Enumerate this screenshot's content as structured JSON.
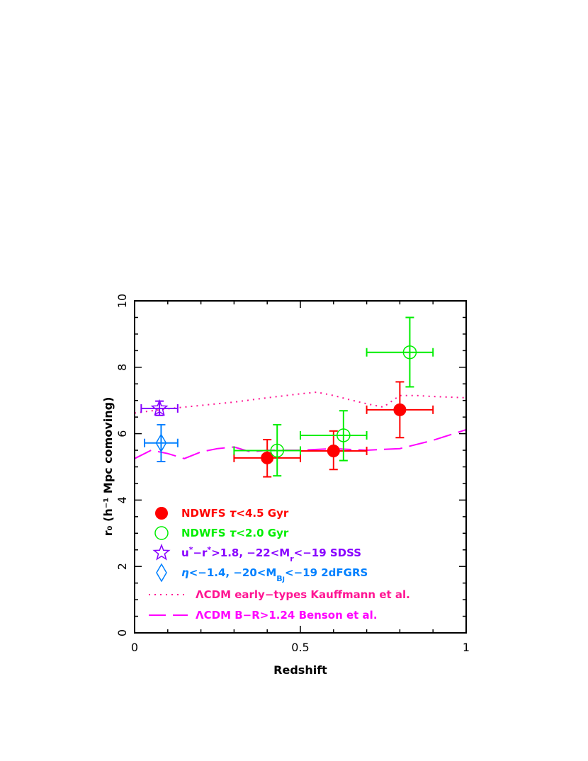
{
  "chart_data": {
    "type": "scatter",
    "xlabel": "Redshift",
    "ylabel": "r₀ (h⁻¹ Mpc comoving)",
    "xlim": [
      0,
      1
    ],
    "ylim": [
      0,
      10
    ],
    "x_ticks": [
      0,
      0.5,
      1
    ],
    "x_tick_labels": [
      "0",
      "0.5",
      "1"
    ],
    "y_ticks": [
      0,
      2,
      4,
      6,
      8,
      10
    ],
    "y_tick_labels": [
      "0",
      "2",
      "4",
      "6",
      "8",
      "10"
    ],
    "grid": false,
    "legend_position": "lower-left",
    "series": [
      {
        "name": "NDWFS τ<4.5 Gyr",
        "legend_parts": [
          [
            "NDWFS ",
            ""
          ],
          [
            "τ",
            "italic"
          ],
          [
            "<4.5 Gyr",
            ""
          ]
        ],
        "color": "#ff0000",
        "marker": "filled-circle",
        "points": [
          {
            "x": 0.4,
            "y": 5.27,
            "xerr": [
              0.3,
              0.5
            ],
            "yerr": [
              4.7,
              5.82
            ]
          },
          {
            "x": 0.6,
            "y": 5.48,
            "xerr": [
              0.5,
              0.7
            ],
            "yerr": [
              4.92,
              6.08
            ]
          },
          {
            "x": 0.8,
            "y": 6.72,
            "xerr": [
              0.7,
              0.9
            ],
            "yerr": [
              5.88,
              7.56
            ]
          }
        ]
      },
      {
        "name": "NDWFS τ<2.0 Gyr",
        "legend_parts": [
          [
            "NDWFS ",
            ""
          ],
          [
            "τ",
            "italic"
          ],
          [
            "<2.0 Gyr",
            ""
          ]
        ],
        "color": "#00ee00",
        "marker": "open-circle-cross",
        "points": [
          {
            "x": 0.43,
            "y": 5.49,
            "xerr": [
              0.3,
              0.5
            ],
            "yerr": [
              4.73,
              6.27
            ]
          },
          {
            "x": 0.63,
            "y": 5.95,
            "xerr": [
              0.5,
              0.7
            ],
            "yerr": [
              5.19,
              6.69
            ]
          },
          {
            "x": 0.83,
            "y": 8.45,
            "xerr": [
              0.7,
              0.9
            ],
            "yerr": [
              7.41,
              9.5
            ]
          }
        ]
      },
      {
        "name": "u*−r*>1.8, −22<Mr<−19 SDSS",
        "legend_parts": [
          [
            "u",
            ""
          ],
          [
            "*",
            "sup"
          ],
          [
            "−r",
            ""
          ],
          [
            "*",
            "sup"
          ],
          [
            ">1.8, −22<M",
            ""
          ],
          [
            "r",
            "sub"
          ],
          [
            "<−19 SDSS",
            ""
          ]
        ],
        "color": "#8800ff",
        "marker": "open-star",
        "points": [
          {
            "x": 0.075,
            "y": 6.76,
            "xerr": [
              0.02,
              0.13
            ],
            "yerr": [
              6.55,
              6.98
            ]
          }
        ]
      },
      {
        "name": "η<−1.4, −20<MBJ<−19 2dFGRS",
        "legend_parts": [
          [
            "η",
            "italic"
          ],
          [
            "<−1.4, −20<M",
            ""
          ],
          [
            "B",
            "sub"
          ],
          [
            "J",
            "subsub"
          ],
          [
            "<−19 2dFGRS",
            ""
          ]
        ],
        "color": "#0080ff",
        "marker": "open-diamond",
        "points": [
          {
            "x": 0.08,
            "y": 5.72,
            "xerr": [
              0.03,
              0.13
            ],
            "yerr": [
              5.16,
              6.27
            ]
          }
        ]
      },
      {
        "name": "ΛCDM early−types Kauffmann et al.",
        "legend_parts": [
          [
            "ΛCDM early−types Kauffmann et al.",
            ""
          ]
        ],
        "color": "#ff1493",
        "style": "dotted",
        "x": [
          0,
          0.1,
          0.2,
          0.3,
          0.4,
          0.5,
          0.55,
          0.6,
          0.65,
          0.7,
          0.75,
          0.8,
          0.85,
          0.9,
          1.0
        ],
        "y": [
          6.62,
          6.75,
          6.85,
          6.95,
          7.08,
          7.2,
          7.25,
          7.15,
          7.02,
          6.9,
          6.8,
          7.15,
          7.15,
          7.12,
          7.08
        ]
      },
      {
        "name": "ΛCDM B−R>1.24 Benson et al.",
        "legend_parts": [
          [
            "ΛCDM B−R>1.24 Benson et al.",
            ""
          ]
        ],
        "color": "#ff00ff",
        "style": "dashed",
        "x": [
          0,
          0.05,
          0.1,
          0.15,
          0.2,
          0.25,
          0.3,
          0.35,
          0.4,
          0.5,
          0.6,
          0.7,
          0.8,
          0.9,
          1.0
        ],
        "y": [
          5.25,
          5.5,
          5.4,
          5.25,
          5.45,
          5.55,
          5.6,
          5.45,
          5.5,
          5.5,
          5.55,
          5.5,
          5.55,
          5.8,
          6.12
        ]
      }
    ]
  }
}
